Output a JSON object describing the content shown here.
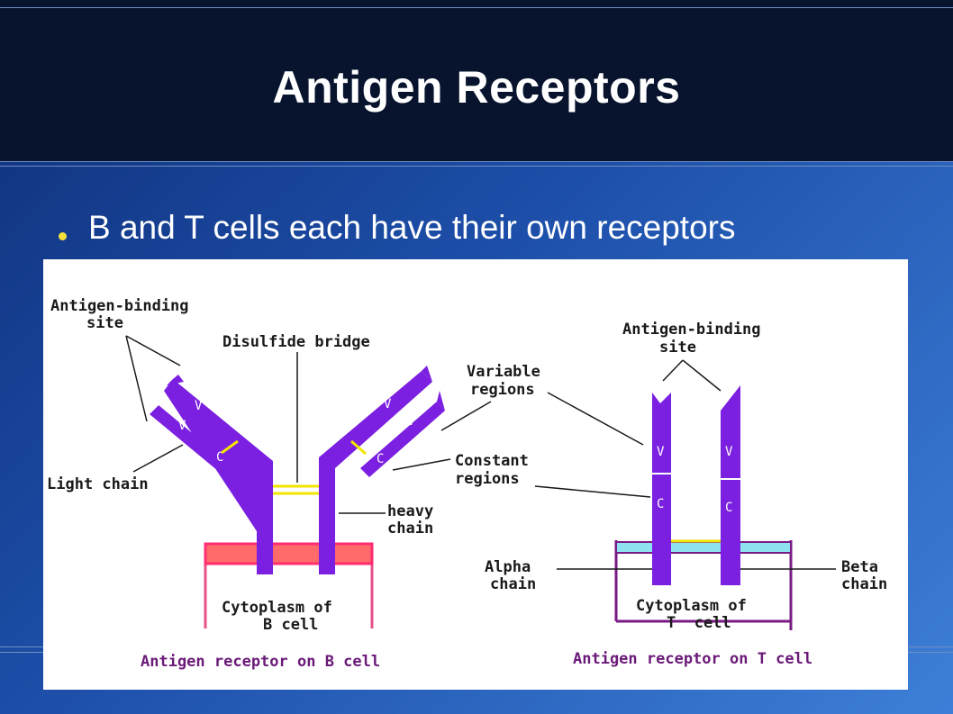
{
  "slide": {
    "title": "Antigen Receptors",
    "bullet": "B and T cells each have their own receptors"
  },
  "figure": {
    "b_cell": {
      "antigen_binding_site": [
        "Antigen-binding",
        "site"
      ],
      "disulfide_bridge": "Disulfide bridge",
      "light_chain": "Light chain",
      "heavy_chain": [
        "heavy",
        "chain"
      ],
      "cytoplasm": [
        "Cytoplasm of",
        "B cell"
      ],
      "caption": "Antigen receptor on B cell",
      "segment_labels": [
        "V",
        "C"
      ]
    },
    "shared": {
      "variable_regions": [
        "Variable",
        "regions"
      ],
      "constant_regions": [
        "Constant",
        "regions"
      ]
    },
    "t_cell": {
      "antigen_binding_site": [
        "Antigen-binding",
        "site"
      ],
      "alpha_chain": [
        "Alpha",
        "chain"
      ],
      "beta_chain": [
        "Beta",
        "chain"
      ],
      "cytoplasm": [
        "Cytoplasm of",
        "T  cell"
      ],
      "caption": "Antigen receptor on T cell",
      "segment_labels": [
        "V",
        "C"
      ]
    },
    "colors": {
      "chain": "#7b1fe0",
      "bond": "#f2e600",
      "b_membrane": "#ff5a78",
      "t_membrane": "#8fe3f0",
      "cell_outline": "#7a1a86"
    }
  }
}
